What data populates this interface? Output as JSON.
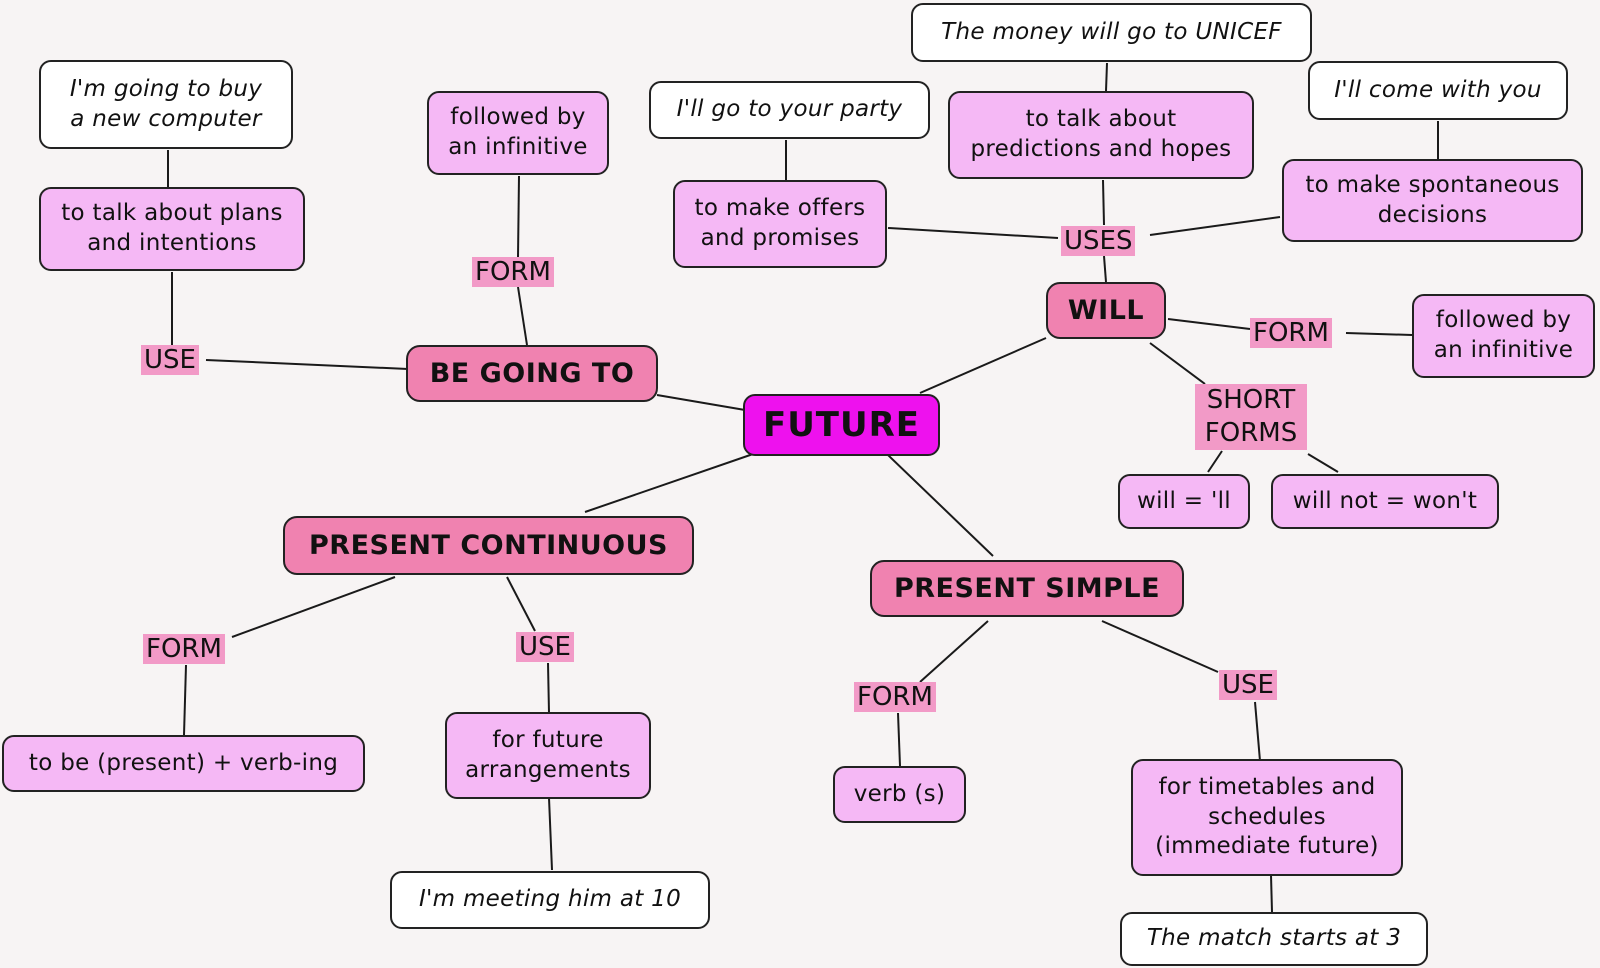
{
  "center": "FUTURE",
  "going_to": {
    "title": "BE GOING TO",
    "use_label": "USE",
    "use_text": "to talk about plans and intentions",
    "use_example": "I'm going to buy a new computer",
    "form_label": "FORM",
    "form_text": "followed by an infinitive"
  },
  "will": {
    "title": "WILL",
    "uses_label": "USES",
    "offers_text": "to make offers and promises",
    "offers_example": "I'll go to your party",
    "predictions_text": "to talk about predictions and hopes",
    "predictions_example": "The money will go to UNICEF",
    "decisions_text": "to make spontaneous decisions",
    "decisions_example": "I'll come with you",
    "form_label": "FORM",
    "form_text": "followed by an infinitive",
    "short_forms_label": "SHORT FORMS",
    "short_will": "will = 'll",
    "short_will_not": "will not = won't"
  },
  "present_continuous": {
    "title": "PRESENT CONTINUOUS",
    "form_label": "FORM",
    "form_text": "to be (present) + verb-ing",
    "use_label": "USE",
    "use_text": "for future arrangements",
    "use_example": "I'm meeting him at 10"
  },
  "present_simple": {
    "title": "PRESENT SIMPLE",
    "form_label": "FORM",
    "form_text": "verb (s)",
    "use_label": "USE",
    "use_text": "for timetables and schedules (immediate future)",
    "use_example": "The match starts at 3"
  },
  "colors": {
    "center": "#ee11ee",
    "main": "#f082b0",
    "leaf": "#f5b8f5",
    "label": "#f29ac7",
    "example": "#ffffff",
    "background": "#f7f4f4"
  }
}
